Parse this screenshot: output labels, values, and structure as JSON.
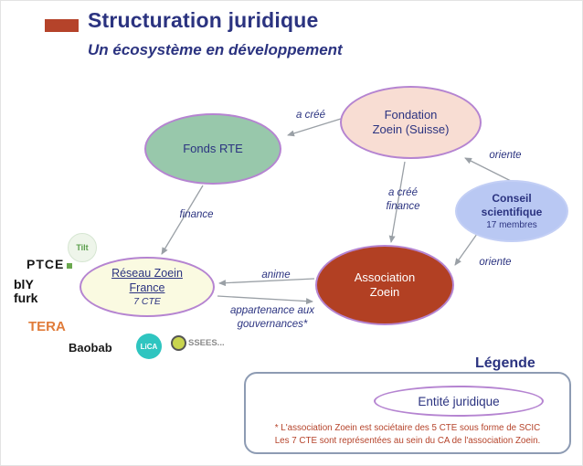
{
  "header": {
    "title": "Structuration juridique",
    "subtitle": "Un écosystème en développement"
  },
  "diagram": {
    "nodes": {
      "fonds_rte": {
        "label": "Fonds RTE"
      },
      "fondation": {
        "label": "Fondation\nZoein (Suisse)"
      },
      "conseil": {
        "label": "Conseil\nscientifique",
        "sublabel": "17 membres"
      },
      "association": {
        "label": "Association\nZoein"
      },
      "reseau": {
        "label": "Réseau Zoein\nFrance",
        "sublabel": "7 CTE"
      }
    },
    "edges": {
      "a_cree": "a créé",
      "oriente_fondation": "oriente",
      "a_cree_finance": "a créé\nfinance",
      "oriente_association": "oriente",
      "finance": "finance",
      "anime": "anime",
      "appartenance": "appartenance aux\ngouvernances*"
    },
    "partner_logos": {
      "tilt": "Tilt",
      "ptce": "PTCE",
      "blyfurk": "blY\nfurk",
      "tera": "TERA",
      "baobab": "Baobab",
      "lica": "LiCA",
      "audissees": "SSEES..."
    }
  },
  "legend": {
    "title": "Légende",
    "entity_label": "Entité juridique",
    "footnote": "* L'association Zoein est sociétaire des 5 CTE sous forme de SCIC\nLes 7 CTE sont représentées au sein du CA de l'association Zoein."
  },
  "colors": {
    "navy": "#2b3380",
    "brick": "#b5432a",
    "node_green": "#98c8ab",
    "node_peach": "#f8ddd3",
    "node_blue": "#b9c8f3",
    "node_yellow": "#fafae1",
    "entity_border": "#b584d1",
    "arrow": "#9aa0a6"
  }
}
